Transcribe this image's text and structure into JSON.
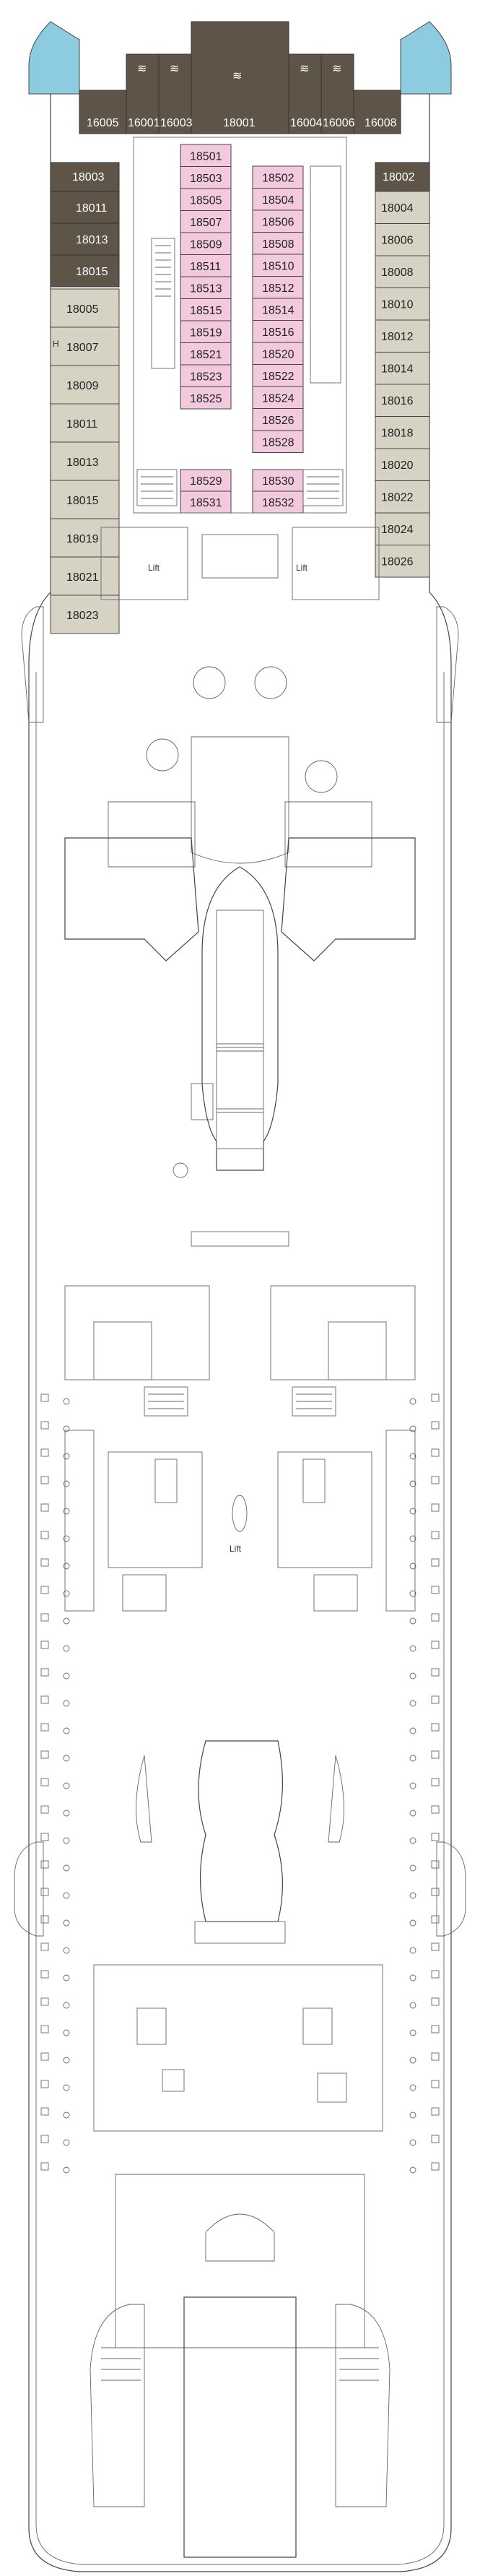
{
  "colors": {
    "suite_dark": "#5e5448",
    "cabin_tan": "#d7d3c4",
    "interior_pink": "#f2c9dd",
    "glass_blue": "#8dcbe0",
    "wall": "#444444"
  },
  "labels": {
    "lift_left": "Lift",
    "lift_right": "Lift",
    "lift_center": "Lift",
    "h_marker": "H"
  },
  "suites_top": [
    {
      "id": "18001",
      "name": "suite-18001"
    },
    {
      "id": "16001",
      "name": "suite-16001"
    },
    {
      "id": "16003",
      "name": "suite-16003"
    },
    {
      "id": "16004",
      "name": "suite-16004"
    },
    {
      "id": "16006",
      "name": "suite-16006"
    },
    {
      "id": "16005",
      "name": "suite-16005"
    },
    {
      "id": "16008",
      "name": "suite-16008"
    },
    {
      "id": "18003",
      "name": "suite-18003"
    },
    {
      "id": "18002",
      "name": "suite-18002"
    }
  ],
  "left_dark_cabins": [
    "18011",
    "18013",
    "18015"
  ],
  "left_cabins": [
    "18005",
    "18007",
    "18009",
    "18011",
    "18013",
    "18015",
    "18019",
    "18021",
    "18023"
  ],
  "right_cabins": [
    "18004",
    "18006",
    "18008",
    "18010",
    "18012",
    "18014",
    "18016",
    "18018",
    "18020",
    "18022",
    "18024",
    "18026"
  ],
  "inner_left": [
    "18501",
    "18503",
    "18505",
    "18507",
    "18509",
    "18511",
    "18513",
    "18515",
    "18519",
    "18521",
    "18523",
    "18525"
  ],
  "inner_right": [
    "18502",
    "18504",
    "18506",
    "18508",
    "18510",
    "18512",
    "18514",
    "18516",
    "18520",
    "18522",
    "18524",
    "18526",
    "18528"
  ],
  "inner_bottom_left": [
    "18529",
    "18531"
  ],
  "inner_bottom_right": [
    "18530",
    "18532"
  ]
}
